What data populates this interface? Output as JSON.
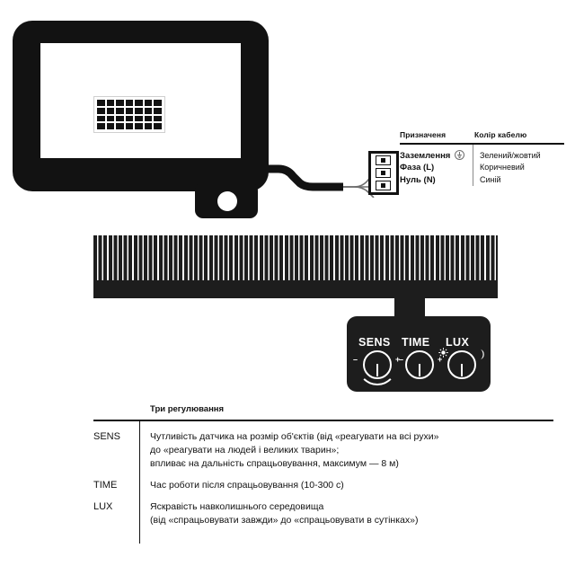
{
  "product": {
    "floodlight_name": "led-floodlight-front-view",
    "heatsink_name": "heatsink-rear-view"
  },
  "wiring_table": {
    "headers": {
      "purpose": "Призначеня",
      "cable_color": "Колір кабелю"
    },
    "rows": [
      {
        "purpose": "Заземлення",
        "has_earth_symbol": true,
        "color": "Зелений/жовтий"
      },
      {
        "purpose": "Фаза (L)",
        "has_earth_symbol": false,
        "color": "Коричневий"
      },
      {
        "purpose": "Нуль (N)",
        "has_earth_symbol": false,
        "color": "Синій"
      }
    ]
  },
  "sensor_panel": {
    "knobs": [
      {
        "label": "SENS",
        "left_mark": "–",
        "right_mark": "+"
      },
      {
        "label": "TIME",
        "left_mark": "–",
        "right_mark": "+"
      },
      {
        "label": "LUX",
        "left_mark": "sun",
        "right_mark": "moon"
      }
    ]
  },
  "adjustments_table": {
    "title": "Три регулювання",
    "rows": [
      {
        "key": "SENS",
        "lines": [
          "Чутливість датчика на розмір об'єктів (від «реагувати на всі рухи»",
          "до «реагувати на людей і великих тварин»;",
          "впливає на дальність спрацьовування, максимум — 8 м)"
        ]
      },
      {
        "key": "TIME",
        "lines": [
          "Час роботи після спрацьовування (10-300 с)"
        ]
      },
      {
        "key": "LUX",
        "lines": [
          "Яскравість навколишнього середовища",
          "(від «спрацьовувати завжди» до «спрацьовувати в сутінках»)"
        ]
      }
    ]
  },
  "colors": {
    "ink": "#121212",
    "body": "#1d1d1d",
    "paper": "#ffffff"
  }
}
